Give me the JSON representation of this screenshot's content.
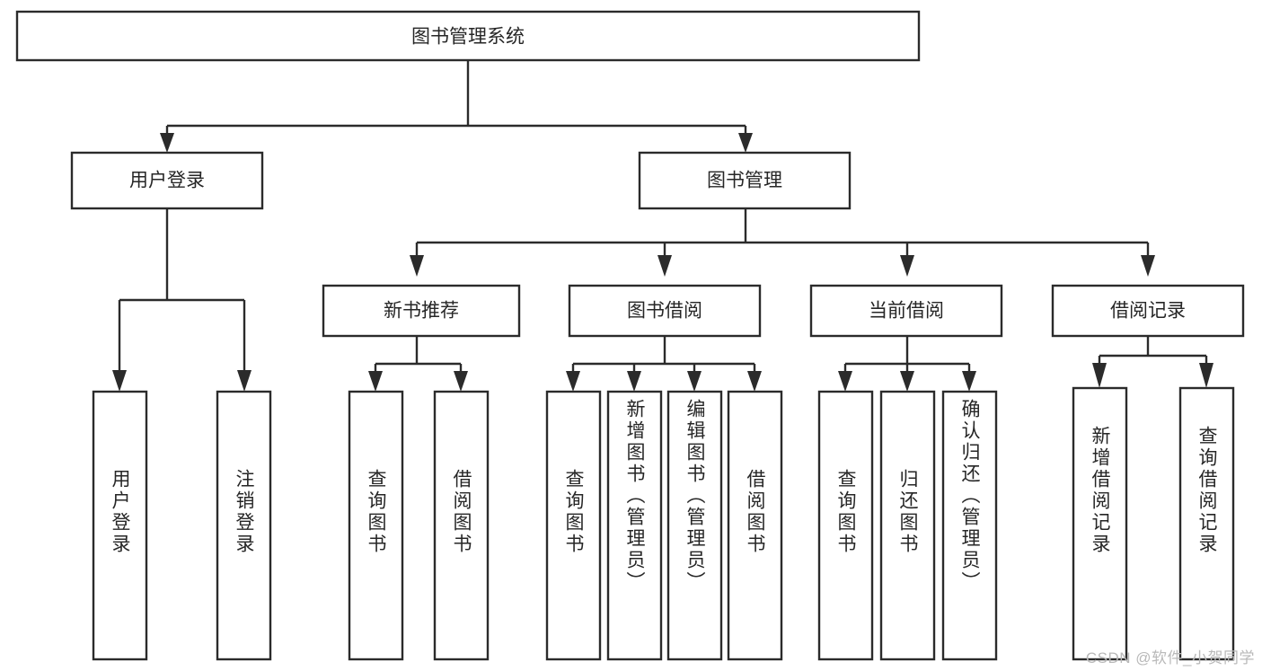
{
  "diagram": {
    "type": "tree-hierarchy-chart",
    "title": "图书管理系统",
    "orientation": "top-down",
    "colors": {
      "background": "#ffffff",
      "stroke": "#2b2b2b",
      "node_fill": "#ffffff",
      "text": "#262626",
      "watermark": "#b9b9b9"
    },
    "nodes": {
      "root": {
        "label": "图书管理系统",
        "level": 0,
        "text_direction": "horizontal"
      },
      "user_login": {
        "label": "用户登录",
        "level": 1,
        "text_direction": "horizontal"
      },
      "book_manage": {
        "label": "图书管理",
        "level": 1,
        "text_direction": "horizontal"
      },
      "new_book_rec": {
        "label": "新书推荐",
        "level": 2,
        "text_direction": "horizontal"
      },
      "book_borrow": {
        "label": "图书借阅",
        "level": 2,
        "text_direction": "horizontal"
      },
      "current_borrow": {
        "label": "当前借阅",
        "level": 2,
        "text_direction": "horizontal"
      },
      "borrow_record": {
        "label": "借阅记录",
        "level": 2,
        "text_direction": "horizontal"
      },
      "leaf_user_login": {
        "label": "用户登录",
        "level": 3,
        "text_direction": "vertical"
      },
      "leaf_logout": {
        "label": "注销登录",
        "level": 3,
        "text_direction": "vertical"
      },
      "leaf_query_book_1": {
        "label": "查询图书",
        "level": 3,
        "text_direction": "vertical"
      },
      "leaf_borrow_book_1": {
        "label": "借阅图书",
        "level": 3,
        "text_direction": "vertical"
      },
      "leaf_query_book_2": {
        "label": "查询图书",
        "level": 3,
        "text_direction": "vertical"
      },
      "leaf_add_book": {
        "label": "新增图书（管理员）",
        "level": 3,
        "text_direction": "vertical"
      },
      "leaf_edit_book": {
        "label": "编辑图书（管理员）",
        "level": 3,
        "text_direction": "vertical"
      },
      "leaf_borrow_book_2": {
        "label": "借阅图书",
        "level": 3,
        "text_direction": "vertical"
      },
      "leaf_query_book_3": {
        "label": "查询图书",
        "level": 3,
        "text_direction": "vertical"
      },
      "leaf_return_book": {
        "label": "归还图书",
        "level": 3,
        "text_direction": "vertical"
      },
      "leaf_confirm_return": {
        "label": "确认归还（管理员）",
        "level": 3,
        "text_direction": "vertical"
      },
      "leaf_add_record": {
        "label": "新增借阅记录",
        "level": 3,
        "text_direction": "vertical"
      },
      "leaf_query_record": {
        "label": "查询借阅记录",
        "level": 3,
        "text_direction": "vertical"
      }
    },
    "edges": [
      {
        "from": "root",
        "to": "user_login"
      },
      {
        "from": "root",
        "to": "book_manage"
      },
      {
        "from": "user_login",
        "to": "leaf_user_login"
      },
      {
        "from": "user_login",
        "to": "leaf_logout"
      },
      {
        "from": "book_manage",
        "to": "new_book_rec"
      },
      {
        "from": "book_manage",
        "to": "book_borrow"
      },
      {
        "from": "book_manage",
        "to": "current_borrow"
      },
      {
        "from": "book_manage",
        "to": "borrow_record"
      },
      {
        "from": "new_book_rec",
        "to": "leaf_query_book_1"
      },
      {
        "from": "new_book_rec",
        "to": "leaf_borrow_book_1"
      },
      {
        "from": "book_borrow",
        "to": "leaf_query_book_2"
      },
      {
        "from": "book_borrow",
        "to": "leaf_add_book"
      },
      {
        "from": "book_borrow",
        "to": "leaf_edit_book"
      },
      {
        "from": "book_borrow",
        "to": "leaf_borrow_book_2"
      },
      {
        "from": "current_borrow",
        "to": "leaf_query_book_3"
      },
      {
        "from": "current_borrow",
        "to": "leaf_return_book"
      },
      {
        "from": "current_borrow",
        "to": "leaf_confirm_return"
      },
      {
        "from": "borrow_record",
        "to": "leaf_add_record"
      },
      {
        "from": "borrow_record",
        "to": "leaf_query_record"
      }
    ]
  },
  "watermark": {
    "text": "CSDN @软件_小贺同学"
  }
}
